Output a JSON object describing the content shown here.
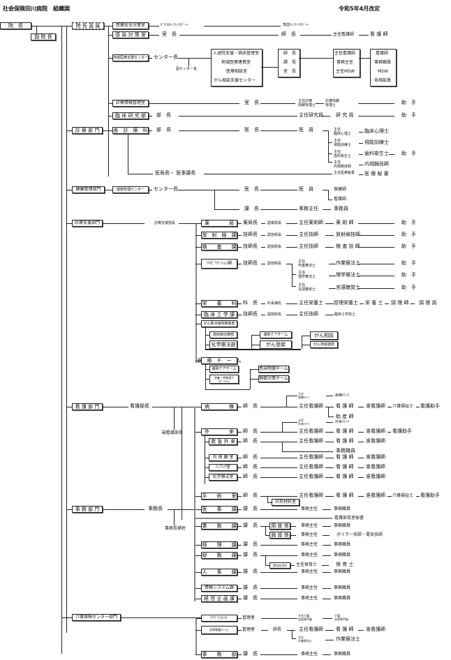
{
  "header": {
    "title": "社会保険田川病院　組織図",
    "revision": "令和5年4月改定"
  },
  "top": {
    "director": "院　長",
    "vice_director": "副 院 長"
  },
  "direct": {
    "label": "院 長 直 属",
    "safety": {
      "label": "医療安全対策室",
      "r1": "ｾﾞﾈﾗﾙｾｰﾌﾃｨﾏﾈｼﾞｬｰ",
      "r2": "専従ｾｰﾌﾃｨﾏﾈｼﾞｬｰ"
    },
    "infection": {
      "label": "感 染 対 策 室",
      "r1": "室　長",
      "r2": "師　長",
      "r3": "主任看護師",
      "r4": "看 護 師"
    },
    "regional": {
      "label": "地域医療支援センター",
      "head": "センター長",
      "deputy": "副センター長",
      "units": [
        "入退院支援・病床管理室",
        "地域医療連携室",
        "医療相談室",
        "がん相談支援センター"
      ],
      "chiefs": [
        "師　長",
        "課　長",
        "室　長"
      ],
      "leads": [
        "主任看護師",
        "事務主任",
        "主任MSW"
      ],
      "staff": [
        "看護師",
        "事務職員",
        "MSW",
        "各相談員"
      ]
    },
    "medinfo": {
      "label": "診療情報管理室",
      "r1": "室　長",
      "r2": "主任診療\n情報管理士",
      "r3": "診療情報\n管理士",
      "r4": "助　手"
    },
    "research": {
      "label": "臨 床 研 究 部",
      "r1": "部　長",
      "r2": "主任研究員",
      "r3": "研 究 員",
      "r4": "助　手"
    }
  },
  "clinical": {
    "label": "診 療 部 門",
    "dept": "各　診　療　科",
    "r1": "部　長",
    "r2": "医　長",
    "r3": "医　員",
    "subs": [
      "主任\n臨床心理士",
      "主任\n視能訓練士",
      "主任\n歯科衛生士",
      "主任\n内視鏡技師"
    ],
    "staff": [
      "臨床心理士",
      "視能訓練士",
      "歯科衛生士",
      "内視鏡技師"
    ],
    "helper": "助　手",
    "medoffice": "医局長・ 医事課長",
    "sec_lead": "主任医療秘書",
    "sec": "医 療 秘 書"
  },
  "health": {
    "label": "健康管理部門",
    "center": "健康管理センター",
    "head": "センター長",
    "r1": "医　長",
    "r2": "医　員",
    "staff": [
      "保健師",
      "看護師"
    ],
    "r3": "課　長",
    "r4": "事務主任",
    "r5": "事務員"
  },
  "support": {
    "label": "診療支援部門",
    "head": "診療支援部長",
    "rows": [
      {
        "box": "薬　　　　局",
        "a": "薬局長",
        "b": "副薬局長",
        "c": "主任薬剤師",
        "d": "薬 剤 師",
        "e": "助　手"
      },
      {
        "box": "放　射　線　課",
        "a": "技師長",
        "b": "副技師長",
        "c": "主任技師",
        "d": "放射線技師",
        "e": "助　手"
      },
      {
        "box": "検　　査　　課",
        "a": "技師長",
        "b": "副技師長",
        "c": "主任技師",
        "d": "検 査 技 師",
        "e": "助　手"
      }
    ],
    "rehab": {
      "box": "ﾘﾊﾋﾞﾘﾃｰｼｮﾝ課",
      "a": "技師長",
      "b": "副技師長",
      "subs": [
        "主任\n作業療法士",
        "主任\n理学療法士",
        "主任\n言語聴覚士"
      ],
      "staff": [
        "作業療法士",
        "理学療法士",
        "言語聴覚士"
      ],
      "helper": "助　手"
    },
    "nutrition": {
      "box": "栄　　養　　科",
      "a": "科　長",
      "b": "科長補佐",
      "c": "主任栄養士",
      "d": "管理栄養士",
      "e": "栄 養 士",
      "f": "調 理 師",
      "g": "調 理 員"
    },
    "ce": {
      "box": "臨 床 工 学 課",
      "a": "技師長",
      "b": "副技師長",
      "c": "主任技師",
      "d": "臨床工学技士"
    },
    "cancer": {
      "box": "がん拠点病院推進部",
      "radio": "放射線治療部",
      "chemo": "化学療法部",
      "palliative": "緩和ケアチーム",
      "reg": "がん登録",
      "consult": "がん相談",
      "link": "がん地域連携"
    },
    "team": {
      "box": "医　療　チ　ー　ム",
      "palliative": "緩和ケアチーム",
      "nst": "栄養・摂食嚥下\nｻﾎﾟｰﾄﾁｰﾑ",
      "icn": "感染制御チーム",
      "ulcer": "褥瘡対策チーム"
    }
  },
  "nursing": {
    "label": "看 護 部 門",
    "head": "看護部長",
    "deputy": "副看護部長",
    "ward": {
      "box": "病　　　　棟",
      "a": "師　長",
      "sub": "主任\n病棟ｸﾗｰｸ",
      "clerk": "病棟ｸﾗｰｸ",
      "b": "主任看護師",
      "c": "看 護 師",
      "d": "准看護師",
      "e": "介護福祉士",
      "f": "看護助手",
      "g": "助 産 師"
    },
    "outpatient": {
      "box": "外　　　　来",
      "a": "師　長",
      "sub": "主任\n外来ｸﾗｰｸ",
      "clerk": "外来ｸﾗｰｸ",
      "b": "主任看護師",
      "c": "看 護 師",
      "d": "准看護師",
      "e": "看護助手"
    },
    "er": {
      "box": "救 急 外 来",
      "a": "師　長",
      "b": "主任看護師",
      "c": "看 護 師",
      "d": "准看護師",
      "e": "事務職員"
    },
    "rows": [
      {
        "box": "内 視 鏡 室",
        "a": "師　長",
        "b": "主任看護師",
        "c": "看 護 師",
        "d": "准看護師"
      },
      {
        "box": "ﾘﾆｱｯｸ室",
        "a": "師　長",
        "b": "主任看護師",
        "c": "看 護 師",
        "d": "准看護師"
      },
      {
        "box": "化学療法室",
        "a": "師　長",
        "b": "主任看護師",
        "c": "看 護 師",
        "d": "准看護師"
      }
    ],
    "or": {
      "box": "手　　術　　室",
      "a": "師　長",
      "b": "主任看護師",
      "c": "看 護 師",
      "d": "准看護師",
      "e": "介護福祉士",
      "f": "看護助手",
      "supply": "中央材料室"
    },
    "secretary": "看護部長室秘書"
  },
  "admin": {
    "label": "事 務 部 門",
    "head": "事務長",
    "assist": "事務長補佐",
    "rows": [
      {
        "box": "医　　事　　課",
        "a": "課　長",
        "b": "事務主任",
        "c": "事務職員"
      },
      {
        "box": "業　　務　　課",
        "a": "課　長"
      },
      {
        "box": "経　　理　　課",
        "a": "課　長",
        "b": "事務主任",
        "c": "事務職員"
      },
      {
        "box": "総　　務　　課",
        "a": "課　長",
        "b": "事務主任",
        "c": "事務職員"
      },
      {
        "box": "人　　事　　課",
        "a": "課　長",
        "b": "事務主任",
        "c": "事務職員"
      },
      {
        "box": "情報システム課",
        "a": "課　長",
        "b": "事務主任",
        "c": "事務職員"
      },
      {
        "box": "経 営 企 画 課",
        "a": "課　長",
        "b": "事務主任",
        "c": "事務職員"
      }
    ],
    "supplies": {
      "box": "用 度 係",
      "b": "事務主任",
      "c": "事務職員"
    },
    "facility": {
      "box": "施 設 係",
      "b": "事務主任",
      "c": "ボイラー技師・電気技師"
    },
    "nursery": {
      "box": "院内託児所",
      "b": "主任保育士",
      "c": "保 育 士"
    }
  },
  "care": {
    "label": "介護保険センター部門",
    "plan": {
      "box": "ｹｱﾌﾟﾗﾝｾﾝﾀｰ",
      "a": "管理者",
      "b": "主任介護\n支援専門員",
      "c": "介護\n支援専門員"
    },
    "visit": {
      "box": "訪問看護ｽﾃｰｼｮﾝ",
      "a": "管理者",
      "b": "師長",
      "c": "主任看護師",
      "d": "看 護 師",
      "e": "准看護師",
      "f": "主任\n作業療法士",
      "g": "作業療法士"
    },
    "office": {
      "box": "事　　務　　部",
      "a": "課　長",
      "b": "事務主任",
      "c": "事務職員"
    }
  }
}
